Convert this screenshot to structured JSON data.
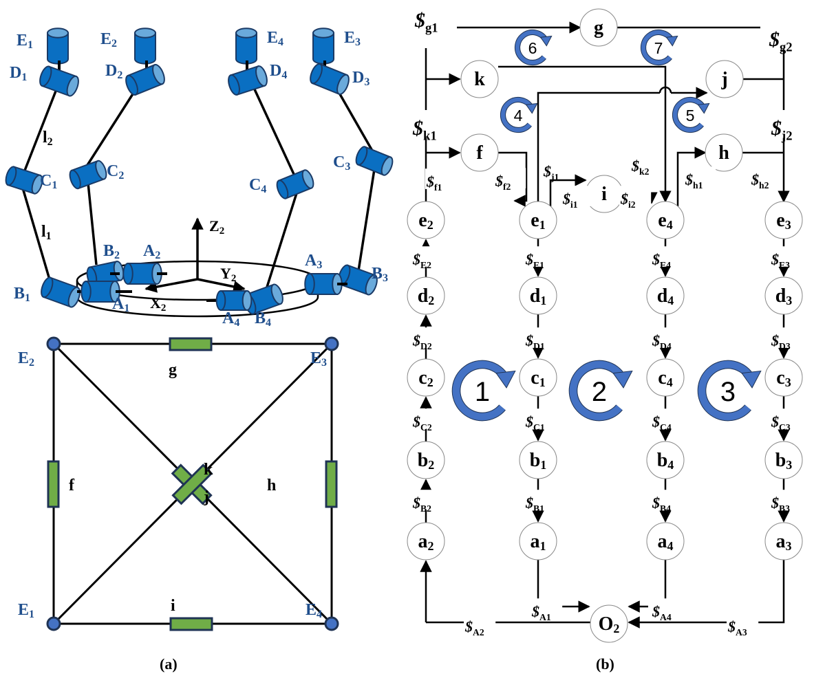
{
  "colors": {
    "joint_blue": "#0a6fc2",
    "joint_blue_light": "#6aaadb",
    "joint_stroke": "#1a3a66",
    "label_blue": "#1f4e8c",
    "limb_green": "#70ad47",
    "limb_stroke": "#1f3354",
    "node_blue": "#4472c4",
    "loop_arrow": "#4472c4"
  },
  "panel_a": {
    "caption": "(a)",
    "mechanism": {
      "joints": [
        {
          "id": "E1",
          "base": "E",
          "sub": "1"
        },
        {
          "id": "D1",
          "base": "D",
          "sub": "1"
        },
        {
          "id": "C1",
          "base": "C",
          "sub": "1"
        },
        {
          "id": "B1",
          "base": "B",
          "sub": "1"
        },
        {
          "id": "A1",
          "base": "A",
          "sub": "1"
        },
        {
          "id": "E2",
          "base": "E",
          "sub": "2"
        },
        {
          "id": "D2",
          "base": "D",
          "sub": "2"
        },
        {
          "id": "C2",
          "base": "C",
          "sub": "2"
        },
        {
          "id": "B2",
          "base": "B",
          "sub": "2"
        },
        {
          "id": "A2",
          "base": "A",
          "sub": "2"
        },
        {
          "id": "E3",
          "base": "E",
          "sub": "3"
        },
        {
          "id": "D3",
          "base": "D",
          "sub": "3"
        },
        {
          "id": "C3",
          "base": "C",
          "sub": "3"
        },
        {
          "id": "B3",
          "base": "B",
          "sub": "3"
        },
        {
          "id": "A3",
          "base": "A",
          "sub": "3"
        },
        {
          "id": "E4",
          "base": "E",
          "sub": "4"
        },
        {
          "id": "D4",
          "base": "D",
          "sub": "4"
        },
        {
          "id": "C4",
          "base": "C",
          "sub": "4"
        },
        {
          "id": "B4",
          "base": "B",
          "sub": "4"
        },
        {
          "id": "A4",
          "base": "A",
          "sub": "4"
        }
      ],
      "links": [
        {
          "base": "l",
          "sub": "2"
        },
        {
          "base": "l",
          "sub": "1"
        }
      ],
      "axes": [
        {
          "base": "Z",
          "sub": "2"
        },
        {
          "base": "Y",
          "sub": "2"
        },
        {
          "base": "X",
          "sub": "2"
        }
      ]
    },
    "topology": {
      "vertices": [
        {
          "base": "E",
          "sub": "2"
        },
        {
          "base": "E",
          "sub": "3"
        },
        {
          "base": "E",
          "sub": "1"
        },
        {
          "base": "E",
          "sub": "4"
        }
      ],
      "limbs": [
        "g",
        "f",
        "h",
        "i",
        "k",
        "j"
      ]
    }
  },
  "panel_b": {
    "caption": "(b)",
    "nodes": [
      {
        "id": "g",
        "base": "g",
        "sub": ""
      },
      {
        "id": "k",
        "base": "k",
        "sub": ""
      },
      {
        "id": "j",
        "base": "j",
        "sub": ""
      },
      {
        "id": "f",
        "base": "f",
        "sub": ""
      },
      {
        "id": "i",
        "base": "i",
        "sub": ""
      },
      {
        "id": "h",
        "base": "h",
        "sub": ""
      },
      {
        "id": "e2",
        "base": "e",
        "sub": "2"
      },
      {
        "id": "e1",
        "base": "e",
        "sub": "1"
      },
      {
        "id": "e4",
        "base": "e",
        "sub": "4"
      },
      {
        "id": "e3",
        "base": "e",
        "sub": "3"
      },
      {
        "id": "d2",
        "base": "d",
        "sub": "2"
      },
      {
        "id": "d1",
        "base": "d",
        "sub": "1"
      },
      {
        "id": "d4",
        "base": "d",
        "sub": "4"
      },
      {
        "id": "d3",
        "base": "d",
        "sub": "3"
      },
      {
        "id": "c2",
        "base": "c",
        "sub": "2"
      },
      {
        "id": "c1",
        "base": "c",
        "sub": "1"
      },
      {
        "id": "c4",
        "base": "c",
        "sub": "4"
      },
      {
        "id": "c3",
        "base": "c",
        "sub": "3"
      },
      {
        "id": "b2",
        "base": "b",
        "sub": "2"
      },
      {
        "id": "b1",
        "base": "b",
        "sub": "1"
      },
      {
        "id": "b4",
        "base": "b",
        "sub": "4"
      },
      {
        "id": "b3",
        "base": "b",
        "sub": "3"
      },
      {
        "id": "a2",
        "base": "a",
        "sub": "2"
      },
      {
        "id": "a1",
        "base": "a",
        "sub": "1"
      },
      {
        "id": "a4",
        "base": "a",
        "sub": "4"
      },
      {
        "id": "a3",
        "base": "a",
        "sub": "3"
      },
      {
        "id": "O2",
        "base": "O",
        "sub": "2"
      }
    ],
    "screws": [
      {
        "id": "g1",
        "sym": "$",
        "sub": "g1"
      },
      {
        "id": "g2",
        "sym": "$",
        "sub": "g2"
      },
      {
        "id": "k1",
        "sym": "$",
        "sub": "k1"
      },
      {
        "id": "j2",
        "sym": "$",
        "sub": "j2"
      },
      {
        "id": "f1",
        "sym": "$",
        "sub": "f1"
      },
      {
        "id": "f2",
        "sym": "$",
        "sub": "f2"
      },
      {
        "id": "j1",
        "sym": "$",
        "sub": "j1"
      },
      {
        "id": "i1",
        "sym": "$",
        "sub": "i1"
      },
      {
        "id": "k2",
        "sym": "$",
        "sub": "k2"
      },
      {
        "id": "i2",
        "sym": "$",
        "sub": "i2"
      },
      {
        "id": "h1",
        "sym": "$",
        "sub": "h1"
      },
      {
        "id": "h2",
        "sym": "$",
        "sub": "h2"
      },
      {
        "id": "E2",
        "sym": "$",
        "sub": "E2"
      },
      {
        "id": "E1",
        "sym": "$",
        "sub": "E1"
      },
      {
        "id": "E4",
        "sym": "$",
        "sub": "E4"
      },
      {
        "id": "E3",
        "sym": "$",
        "sub": "E3"
      },
      {
        "id": "D2",
        "sym": "$",
        "sub": "D2"
      },
      {
        "id": "D1",
        "sym": "$",
        "sub": "D1"
      },
      {
        "id": "D4",
        "sym": "$",
        "sub": "D4"
      },
      {
        "id": "D3",
        "sym": "$",
        "sub": "D3"
      },
      {
        "id": "C2",
        "sym": "$",
        "sub": "C2"
      },
      {
        "id": "C1",
        "sym": "$",
        "sub": "C1"
      },
      {
        "id": "C4",
        "sym": "$",
        "sub": "C4"
      },
      {
        "id": "C3",
        "sym": "$",
        "sub": "C3"
      },
      {
        "id": "B2",
        "sym": "$",
        "sub": "B2"
      },
      {
        "id": "B1",
        "sym": "$",
        "sub": "B1"
      },
      {
        "id": "B4",
        "sym": "$",
        "sub": "B4"
      },
      {
        "id": "B3",
        "sym": "$",
        "sub": "B3"
      },
      {
        "id": "A1",
        "sym": "$",
        "sub": "A1"
      },
      {
        "id": "A2",
        "sym": "$",
        "sub": "A2"
      },
      {
        "id": "A4",
        "sym": "$",
        "sub": "A4"
      },
      {
        "id": "A3",
        "sym": "$",
        "sub": "A3"
      }
    ],
    "loops": [
      "1",
      "2",
      "3",
      "4",
      "5",
      "6",
      "7"
    ]
  }
}
